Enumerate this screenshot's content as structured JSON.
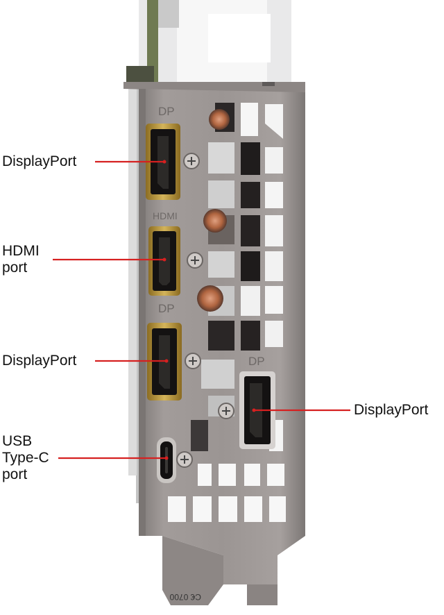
{
  "callouts": {
    "displayport_1": {
      "lines": [
        "DisplayPort"
      ]
    },
    "hdmi": {
      "lines": [
        "HDMI",
        "port"
      ]
    },
    "displayport_2": {
      "lines": [
        "DisplayPort"
      ]
    },
    "usb_c": {
      "lines": [
        "USB",
        "Type-C",
        "port"
      ]
    },
    "displayport_3": {
      "lines": [
        "DisplayPort"
      ]
    }
  },
  "bracket_markings": {
    "dp_1": "DP",
    "hdmi": "HDMI",
    "dp_2": "DP",
    "dp_3": "DP",
    "bottom_code": "C€ 0700"
  },
  "colors": {
    "leader_line": "#d62020",
    "bracket_metal": "#9a9494",
    "port_gold": "#b8953a",
    "text": "#111111"
  }
}
